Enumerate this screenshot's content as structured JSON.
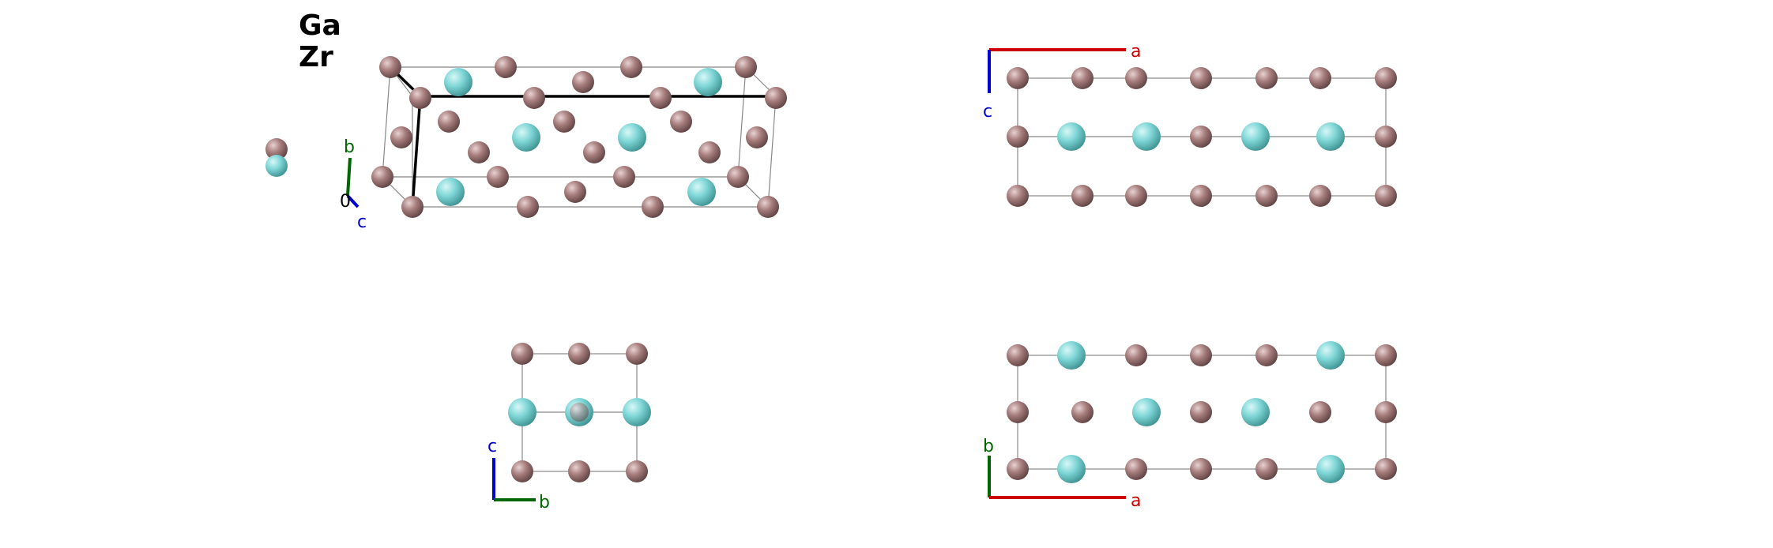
{
  "legend": [
    {
      "label": "Ga",
      "color": "#a67c7c"
    },
    {
      "label": "Zr",
      "color": "#7fd6d6"
    }
  ],
  "colors": {
    "Ga": "#a67c7c",
    "Zr": "#7fd6d6",
    "axis_a": "#cc0000",
    "axis_b": "#006600",
    "axis_c": "#0000cc"
  },
  "axes": {
    "persp": {
      "b": "b",
      "c": "c",
      "o": "0"
    },
    "top_right": {
      "a": "a",
      "c": "c"
    },
    "bottom_left": {
      "c": "c",
      "b": "b"
    },
    "bottom_right": {
      "b": "b",
      "a": "a"
    }
  }
}
